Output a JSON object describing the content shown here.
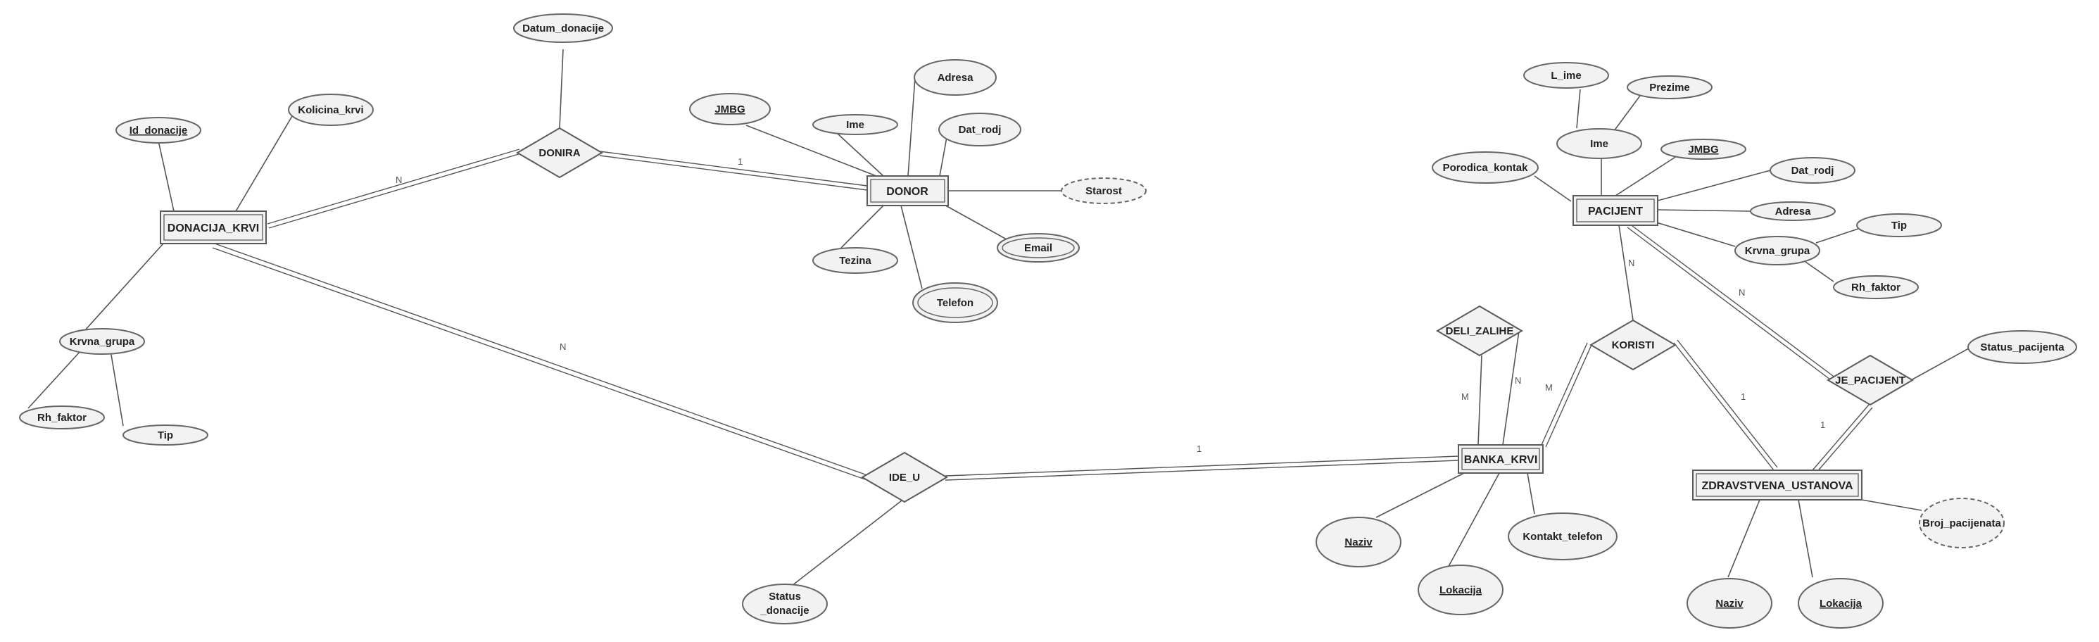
{
  "entities": {
    "donacija_krvi": "DONACIJA_KRVI",
    "donor": "DONOR",
    "pacijent": "PACIJENT",
    "banka_krvi": "BANKA_KRVI",
    "zdravstvena_ustanova": "ZDRAVSTVENA_USTANOVA"
  },
  "relationships": {
    "donira": "DONIRA",
    "ide_u": "IDE_U",
    "deli_zalihe": "DELI_ZALIHE",
    "koristi": "KORISTI",
    "je_pacijent": "JE_PACIJENT"
  },
  "attributes": {
    "datum_donacije": "Datum_donacije",
    "kolicina_krvi": "Kolicina_krvi",
    "id_donacije": "Id_donacije",
    "krvna_grupa_dk": "Krvna_grupa",
    "rh_faktor_dk": "Rh_faktor",
    "tip_dk": "Tip",
    "status_donacije_1": "Status",
    "status_donacije_2": "_donacije",
    "jmbg_donor": "JMBG",
    "ime_donor": "Ime",
    "adresa_donor": "Adresa",
    "dat_rodj_donor": "Dat_rodj",
    "starost": "Starost",
    "email": "Email",
    "telefon": "Telefon",
    "tezina": "Tezina",
    "l_ime": "L_ime",
    "prezime": "Prezime",
    "ime_pac": "Ime",
    "jmbg_pac": "JMBG",
    "porodica_kontak": "Porodica_kontak",
    "dat_rodj_pac": "Dat_rodj",
    "adresa_pac": "Adresa",
    "tip_pac": "Tip",
    "krvna_grupa_pac": "Krvna_grupa",
    "rh_faktor_pac": "Rh_faktor",
    "status_pacijenta": "Status_pacijenta",
    "naziv_bk": "Naziv",
    "lokacija_bk": "Lokacija",
    "kontakt_telefon": "Kontakt_telefon",
    "naziv_zu": "Naziv",
    "lokacija_zu": "Lokacija",
    "broj_pacijenata": "Broj_pacijenata"
  },
  "cardinalities": {
    "dk_donira": "N",
    "donira_donor": "1",
    "dk_ide_u": "N",
    "ide_u_banka": "1",
    "deli_m": "M",
    "deli_n": "N",
    "koristi_banka": "M",
    "koristi_pacijent": "N",
    "koristi_zu": "1",
    "je_pacijent_pac": "N",
    "je_pacijent_zu": "1"
  }
}
